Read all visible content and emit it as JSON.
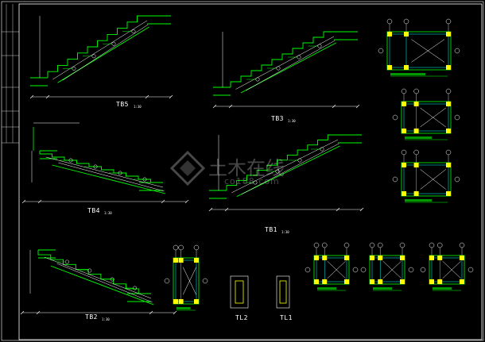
{
  "drawing_titles": {
    "tb5": "TB5",
    "tb3": "TB3",
    "tb4": "TB4",
    "tb1": "TB1",
    "tb2": "TB2",
    "tl2": "TL2",
    "tl1": "TL1"
  },
  "scale_note": "1:30",
  "watermark": {
    "brand": "土木在线",
    "url": "co188.com"
  },
  "colors": {
    "background": "#000000",
    "stair_line": "#00ff00",
    "dimension_line": "#ffffff",
    "column_fill": "#ffff00",
    "border": "#ffffff",
    "reinforcement": "#00ffff",
    "callout": "#ff00ff"
  }
}
